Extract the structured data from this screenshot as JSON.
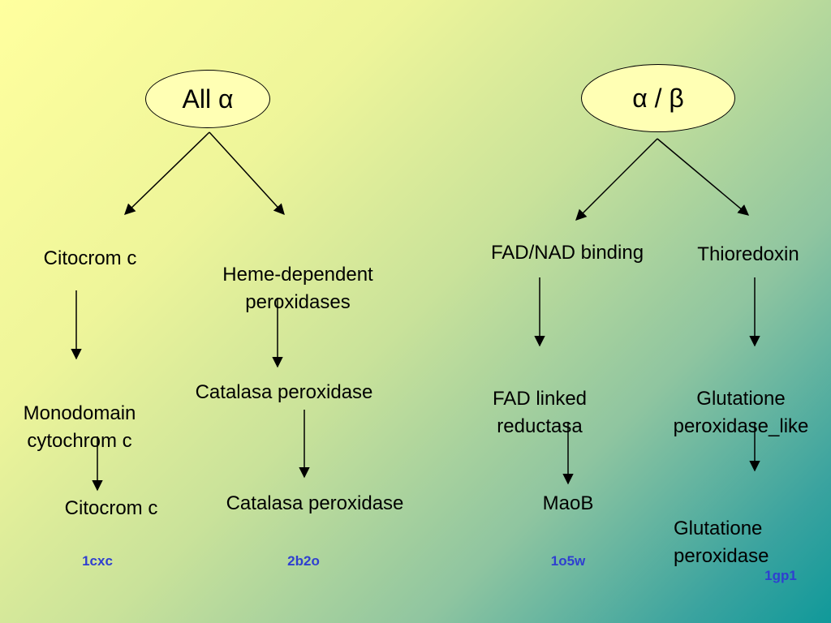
{
  "roots": {
    "all_alpha": "All α",
    "alpha_beta": "α / β"
  },
  "nodes": {
    "citocrom_c": "Citocrom c",
    "heme_dependent_peroxidases": "Heme-dependent\nperoxidases",
    "fad_nad_binding": "FAD/NAD binding",
    "thioredoxin": "Thioredoxin",
    "monodomain_cytochrom_c": "Monodomain\ncytochrom c",
    "catalasa_peroxidase_mid": "Catalasa peroxidase",
    "fad_linked_reductasa": "FAD linked\nreductasa",
    "glutatione_peroxidase_like": "Glutatione\nperoxidase_like",
    "citocrom_c_leaf": "Citocrom c",
    "catalasa_peroxidase_leaf": "Catalasa peroxidase",
    "maob": "MaoB",
    "glutatione_peroxidase": "Glutatione\nperoxidase"
  },
  "pdb_ids": {
    "cxc": "1cxc",
    "b2o": "2b2o",
    "o5w": "1o5w",
    "gp1": "1gp1"
  },
  "colors": {
    "pdb_text": "#2f3fd0",
    "root_fill": "#ffffb4"
  }
}
